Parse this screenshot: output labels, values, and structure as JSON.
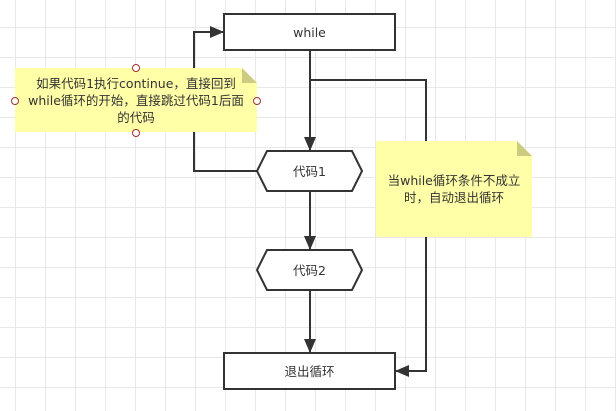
{
  "diagram": {
    "type": "flowchart",
    "nodes": [
      {
        "id": "while",
        "shape": "rectangle",
        "label": "while"
      },
      {
        "id": "code1",
        "shape": "hexagon",
        "label": "代码1"
      },
      {
        "id": "code2",
        "shape": "hexagon",
        "label": "代码2"
      },
      {
        "id": "exit",
        "shape": "rectangle",
        "label": "退出循环"
      }
    ],
    "edges": [
      {
        "from": "while",
        "to": "code1"
      },
      {
        "from": "code1",
        "to": "code2"
      },
      {
        "from": "code2",
        "to": "exit"
      },
      {
        "from": "code1",
        "to": "while",
        "meaning": "continue"
      },
      {
        "from": "while",
        "to": "exit",
        "meaning": "condition false"
      }
    ],
    "notes": [
      {
        "id": "note-continue",
        "text": "如果代码1执行continue，直接回到while循环的开始，直接跳过代码1后面的代码",
        "selected": true
      },
      {
        "id": "note-exit",
        "text": "当while循环条件不成立时，自动退出循环",
        "selected": false
      }
    ]
  },
  "colors": {
    "stroke": "#333333",
    "note_fill": "#ffffa8",
    "note_fold": "#cccc80",
    "handle": "#a03030",
    "grid": "#e8e8e8"
  }
}
